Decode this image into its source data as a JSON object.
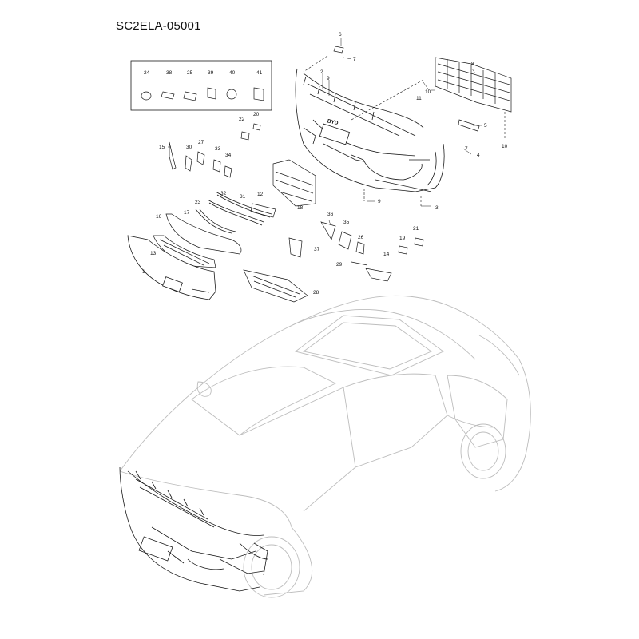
{
  "sheet": {
    "title": "SC2ELA-05001"
  },
  "inset_parts": [
    "24",
    "38",
    "25",
    "39",
    "40",
    "41"
  ],
  "callouts": {
    "p1": "1",
    "p2": "2",
    "p3": "3",
    "p4": "4",
    "p5": "5",
    "p6": "6",
    "p7a": "7",
    "p7b": "7",
    "p8": "8",
    "p9a": "9",
    "p9b": "9",
    "p10a": "10",
    "p10b": "10",
    "p11": "11",
    "p12": "12",
    "p13": "13",
    "p14": "14",
    "p15": "15",
    "p16": "16",
    "p17": "17",
    "p18": "18",
    "p19": "19",
    "p20": "20",
    "p21": "21",
    "p22": "22",
    "p23": "23",
    "p26": "26",
    "p27": "27",
    "p28": "28",
    "p29": "29",
    "p30": "30",
    "p31": "31",
    "p32": "32",
    "p33": "33",
    "p34": "34",
    "p35": "35",
    "p36": "36",
    "p37": "37"
  },
  "brand_badge": "BYD",
  "colors": {
    "line": "#1a1a1a",
    "ghost": "#bdbdbd",
    "part_fill": "#ffffff"
  }
}
